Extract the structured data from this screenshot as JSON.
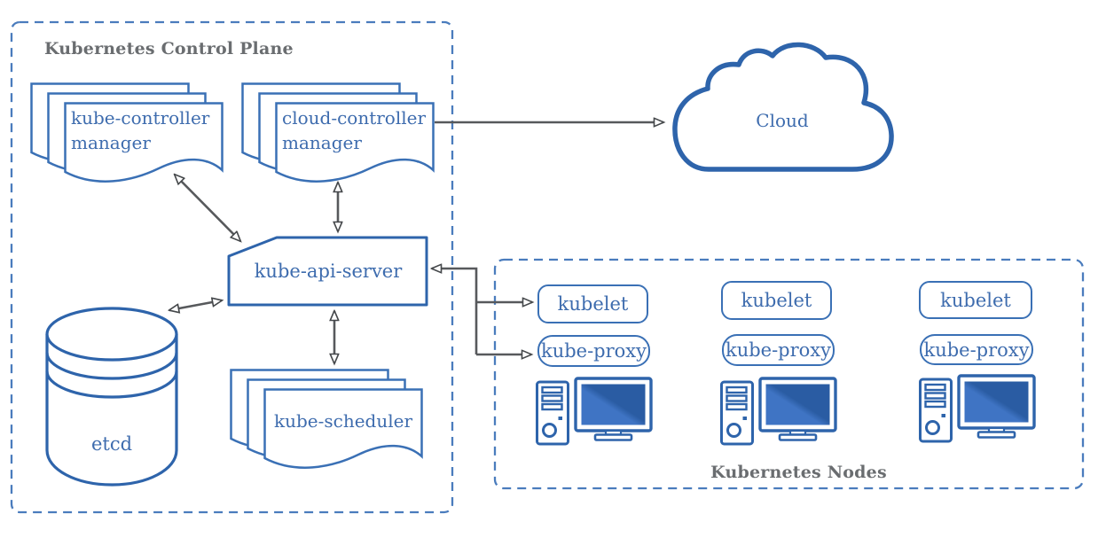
{
  "diagram": {
    "control_plane": {
      "title": "Kubernetes Control Plane",
      "kube_controller_manager": {
        "line1": "kube-controller",
        "line2": "manager"
      },
      "cloud_controller_manager": {
        "line1": "cloud-controller",
        "line2": "manager"
      },
      "kube_api_server": {
        "label": "kube-api-server"
      },
      "etcd": {
        "label": "etcd"
      },
      "kube_scheduler": {
        "label": "kube-scheduler"
      }
    },
    "cloud": {
      "label": "Cloud"
    },
    "nodes_group": {
      "title": "Kubernetes Nodes",
      "nodes": [
        {
          "kubelet": "kubelet",
          "kube_proxy": "kube-proxy"
        },
        {
          "kubelet": "kubelet",
          "kube_proxy": "kube-proxy"
        },
        {
          "kubelet": "kubelet",
          "kube_proxy": "kube-proxy"
        }
      ]
    },
    "colors": {
      "shape_border_blue": "#2e64ab",
      "light_border_blue": "#3a70b5",
      "dashed_box_blue": "#4a7cbd",
      "text_blue": "#3e6cae",
      "heading_gray": "#6a6d70",
      "arrow_gray": "#57595c",
      "screen_dark_blue": "#2a5ca3",
      "screen_light_blue": "#3f74c4"
    }
  }
}
